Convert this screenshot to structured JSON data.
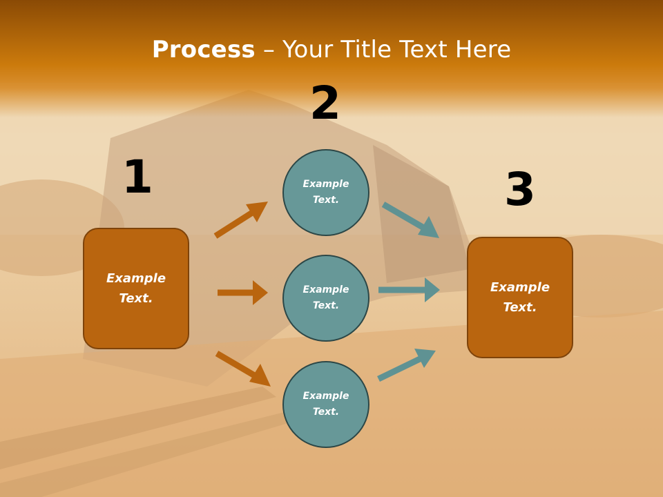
{
  "title": {
    "bold": "Process",
    "rest": " – Your Title Text Here"
  },
  "steps": [
    {
      "number": "1",
      "text": "Example Text."
    },
    {
      "number": "2",
      "items": [
        "Example Text.",
        "Example Text.",
        "Example Text."
      ]
    },
    {
      "number": "3",
      "text": "Example Text."
    }
  ],
  "colors": {
    "header": "#cb7a0c",
    "box": "#b9650f",
    "circle": "#679898",
    "arrow_orange": "#b9650f",
    "arrow_teal": "#5f9293"
  }
}
